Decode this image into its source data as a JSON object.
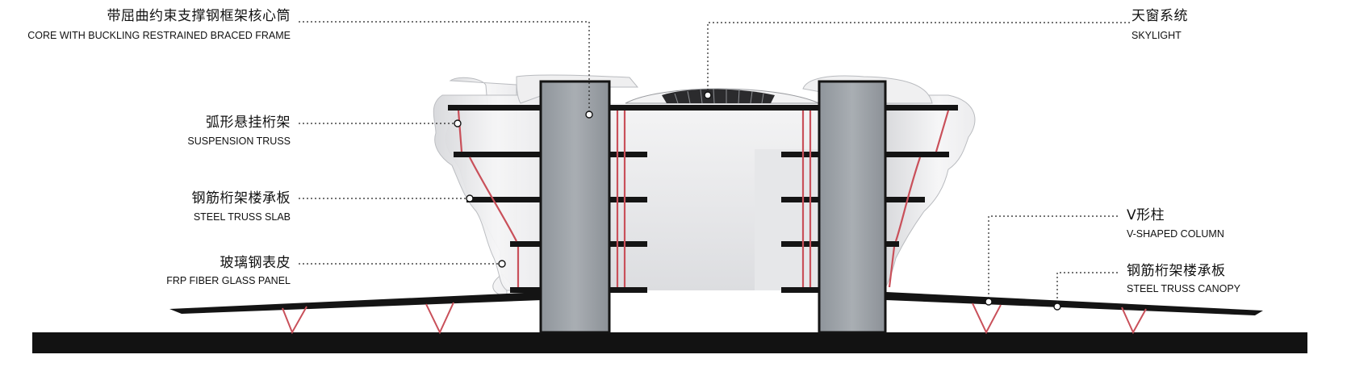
{
  "labels": {
    "core": {
      "zh": "带屈曲约束支撑钢框架核心筒",
      "en": "CORE WITH BUCKLING RESTRAINED BRACED FRAME"
    },
    "suspension": {
      "zh": "弧形悬挂桁架",
      "en": "SUSPENSION TRUSS"
    },
    "slab": {
      "zh": "钢筋桁架楼承板",
      "en": "STEEL TRUSS SLAB"
    },
    "frp": {
      "zh": "玻璃钢表皮",
      "en": "FRP FIBER GLASS PANEL"
    },
    "skylight": {
      "zh": "天窗系统",
      "en": "SKYLIGHT"
    },
    "vcolumn": {
      "zh": "V形柱",
      "en": "V-SHAPED COLUMN"
    },
    "canopy": {
      "zh": "钢筋桁架楼承板",
      "en": "STEEL TRUSS CANOPY"
    }
  },
  "colors": {
    "structure": "#111111",
    "core": "#9aa0a6",
    "truss": "#c9505a",
    "skin": "#e9eaec",
    "leader": "#222222"
  }
}
